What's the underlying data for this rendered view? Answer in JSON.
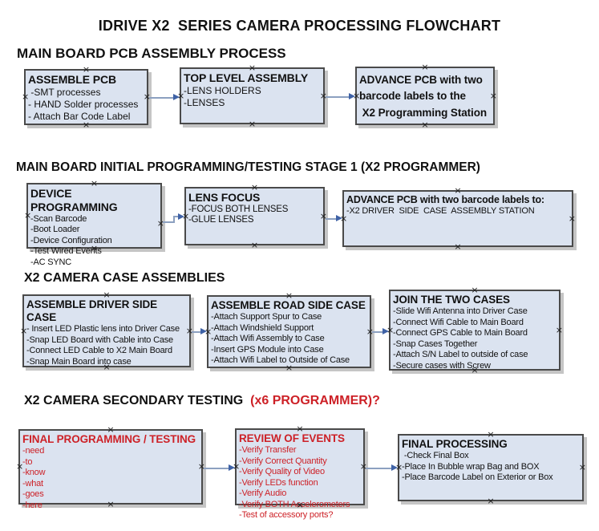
{
  "title": "IDRIVE X2  SERIES CAMERA PROCESSING FLOWCHART",
  "colors": {
    "box_fill": "#dbe3f0",
    "box_border": "#4a4a4a",
    "red": "#cd2127",
    "arrow_line": "#8ca0c0",
    "arrow_head": "#3f62a6",
    "text": "#111111"
  },
  "sections": [
    {
      "heading": "MAIN BOARD PCB ASSEMBLY PROCESS",
      "boxes": [
        {
          "title": "ASSEMBLE PCB",
          "items": [
            " -SMT processes",
            "- HAND Solder processes",
            "- Attach Bar Code Label"
          ]
        },
        {
          "title": "TOP LEVEL ASSEMBLY",
          "items": [
            "-LENS HOLDERS",
            "-LENSES"
          ]
        },
        {
          "title": "ADVANCE PCB with two\nbarcode labels to the\n X2 Programming Station",
          "items": []
        }
      ]
    },
    {
      "heading": "MAIN BOARD INITIAL PROGRAMMING/TESTING STAGE 1 (X2 PROGRAMMER)",
      "boxes": [
        {
          "title": "DEVICE PROGRAMMING",
          "items": [
            "-Scan Barcode",
            "-Boot Loader",
            "-Device Configuration",
            "-Test Wired Events",
            "-AC SYNC"
          ]
        },
        {
          "title": "LENS FOCUS",
          "items": [
            "-FOCUS BOTH LENSES",
            "-GLUE LENSES"
          ]
        },
        {
          "title": "ADVANCE PCB with two barcode labels to:",
          "items": [
            "-X2 DRIVER  SIDE  CASE  ASSEMBLY STATION"
          ]
        }
      ]
    },
    {
      "heading": "X2 CAMERA CASE ASSEMBLIES",
      "boxes": [
        {
          "title": "ASSEMBLE DRIVER SIDE CASE",
          "items": [
            "- Insert LED Plastic lens into Driver Case",
            "-Snap LED Board with Cable into Case",
            "-Connect LED Cable to X2 Main Board",
            "-Snap Main Board into case"
          ]
        },
        {
          "title": "ASSEMBLE ROAD SIDE CASE",
          "items": [
            "-Attach Support Spur to Case",
            "-Attach Windshield Support",
            "-Attach Wifi Assembly to Case",
            "-Insert GPS Module into Case",
            "-Attach Wifi Label to Outside of Case"
          ]
        },
        {
          "title": "JOIN THE TWO CASES",
          "items": [
            "-Slide Wifi Antenna into Driver Case",
            "-Connect Wifi Cable to Main Board",
            "-Connect GPS Cable to Main Board",
            "-Snap Cases Together",
            "-Attach S/N Label to outside of case",
            "-Secure cases with Screw"
          ]
        }
      ]
    },
    {
      "heading": "X2 CAMERA SECONDARY TESTING ",
      "heading_red": " (x6 PROGRAMMER)?",
      "boxes": [
        {
          "title": "FINAL PROGRAMMING / TESTING",
          "items": [
            "-need",
            "-to",
            "-know",
            "-what",
            "-goes",
            "-here"
          ]
        },
        {
          "title": "REVIEW OF EVENTS",
          "items": [
            "-Verify Transfer",
            "-Verify Correct Quantity",
            "-Verify Quality of Video",
            "-Verify LEDs function",
            "-Verify Audio",
            "-Verify BOTH Accelerometers",
            "-Test of accessory ports?"
          ]
        },
        {
          "title": "FINAL PROCESSING",
          "items": [
            " -Check Final Box",
            "-Place In Bubble wrap Bag and BOX",
            "-Place Barcode Label on Exterior or Box"
          ]
        }
      ]
    }
  ]
}
